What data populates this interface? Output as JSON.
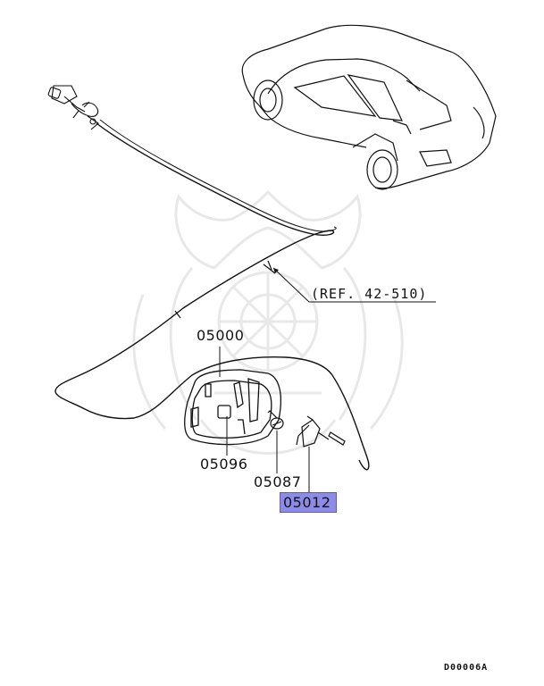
{
  "parts": [
    {
      "number": "05000",
      "highlighted": false
    },
    {
      "number": "05096",
      "highlighted": false
    },
    {
      "number": "05087",
      "highlighted": false
    },
    {
      "number": "05012",
      "highlighted": true,
      "highlight_color": "#8c8ce6"
    }
  ],
  "reference": "(REF. 42-510)",
  "diagram_id": "D00006A",
  "icons": [
    "car-outline-icon",
    "release-handle-icon",
    "fuel-lid-icon",
    "cable-clip-icon",
    "watermark-emblem-icon"
  ]
}
